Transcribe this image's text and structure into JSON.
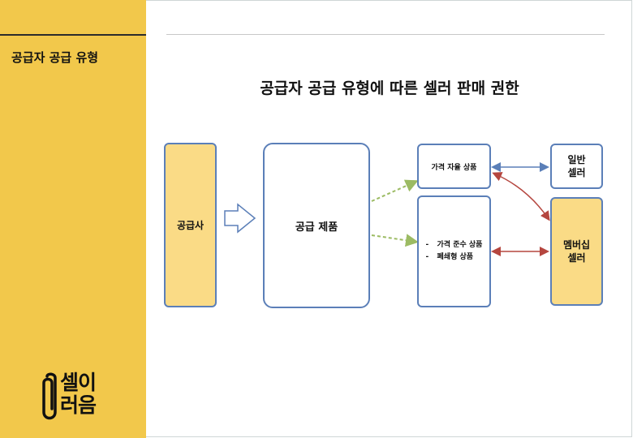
{
  "sidebar": {
    "title": "공급자 공급 유형"
  },
  "logo": {
    "line1": "셀이",
    "line2": "러음"
  },
  "main": {
    "title": "공급자 공급 유형에 따른 셀러 판매 권한"
  },
  "diagram": {
    "supplier": "공급사",
    "product": "공급 제품",
    "free_price": "가격 자율 상품",
    "fixed_items": [
      "가격 준수 상품",
      "폐쇄형 상품"
    ],
    "general_seller": [
      "일반",
      "셀러"
    ],
    "member_seller": [
      "멤버십",
      "셀러"
    ]
  },
  "colors": {
    "sidebar": "#f2c84b",
    "box_fill_yellow": "#fadb86",
    "box_border": "#5b7fb8",
    "arrow_blue": "#5b7fb8",
    "arrow_red": "#b5463f",
    "arrow_green": "#9cbb63"
  }
}
